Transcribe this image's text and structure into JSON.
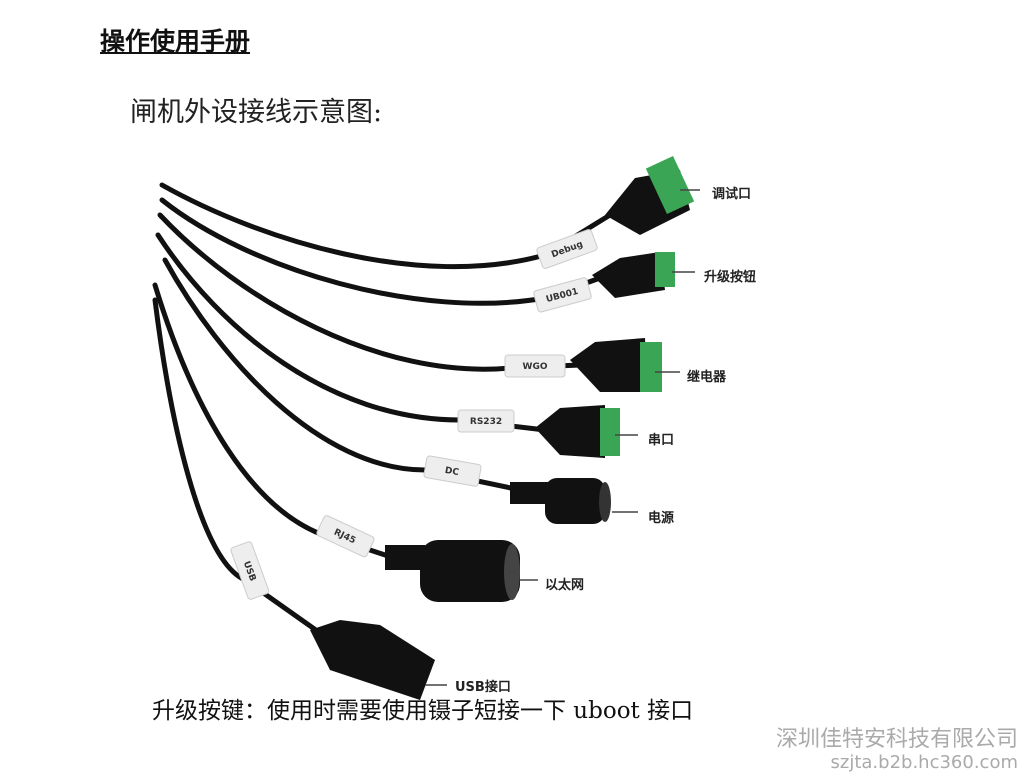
{
  "header": {
    "title": "操作使用手册"
  },
  "section": {
    "title": "闸机外设接线示意图:"
  },
  "cables": [
    {
      "tag": "Debug",
      "label": "调试口"
    },
    {
      "tag": "UB001",
      "label": "升级按钮"
    },
    {
      "tag": "WGO",
      "label": "继电器"
    },
    {
      "tag": "RS232",
      "label": "串口"
    },
    {
      "tag": "DC",
      "label": "电源"
    },
    {
      "tag": "RJ45",
      "label": "以太网"
    },
    {
      "tag": "USB",
      "label": "USB接口"
    }
  ],
  "note": "升级按键：使用时需要使用镊子短接一下 uboot 接口",
  "watermark": {
    "company": "深圳佳特安科技有限公司",
    "site": "szjta.b2b.hc360.com"
  },
  "colors": {
    "terminal": "#3aa655",
    "cable": "#111111"
  }
}
